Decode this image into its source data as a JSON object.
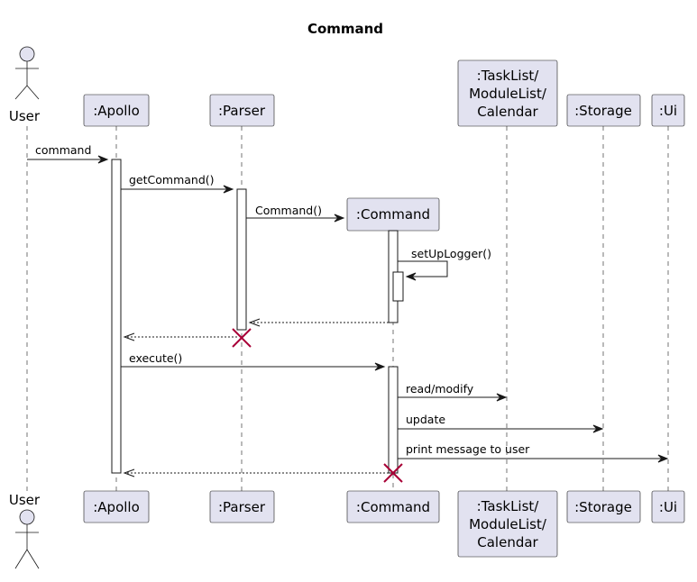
{
  "diagram": {
    "title": "Command",
    "actor": {
      "label": "User"
    },
    "participants": [
      {
        "id": "apollo",
        "lines": [
          ":Apollo"
        ]
      },
      {
        "id": "parser",
        "lines": [
          ":Parser"
        ]
      },
      {
        "id": "command",
        "lines": [
          ":Command"
        ]
      },
      {
        "id": "tasklist",
        "lines": [
          ":TaskList/",
          "ModuleList/",
          "Calendar"
        ]
      },
      {
        "id": "storage",
        "lines": [
          ":Storage"
        ]
      },
      {
        "id": "ui",
        "lines": [
          ":Ui"
        ]
      }
    ],
    "messages": [
      {
        "id": "command",
        "label": "command",
        "from": "user",
        "to": "apollo",
        "kind": "sync"
      },
      {
        "id": "getcommand",
        "label": "getCommand()",
        "from": "apollo",
        "to": "parser",
        "kind": "sync"
      },
      {
        "id": "create-command",
        "label": "Command()",
        "from": "parser",
        "to": "command",
        "kind": "create"
      },
      {
        "id": "setuplogger",
        "label": "setUpLogger()",
        "from": "command",
        "to": "command",
        "kind": "self"
      },
      {
        "id": "return-to-parser",
        "label": "",
        "from": "command",
        "to": "parser",
        "kind": "return"
      },
      {
        "id": "return-to-apollo",
        "label": "",
        "from": "parser",
        "to": "apollo",
        "kind": "return"
      },
      {
        "id": "execute",
        "label": "execute()",
        "from": "apollo",
        "to": "command",
        "kind": "sync"
      },
      {
        "id": "readmodify",
        "label": "read/modify",
        "from": "command",
        "to": "tasklist",
        "kind": "sync"
      },
      {
        "id": "update",
        "label": "update",
        "from": "command",
        "to": "storage",
        "kind": "sync"
      },
      {
        "id": "printmessage",
        "label": "print message to user",
        "from": "command",
        "to": "ui",
        "kind": "sync"
      },
      {
        "id": "return-final",
        "label": "",
        "from": "command",
        "to": "apollo",
        "kind": "return"
      }
    ],
    "destroyed": [
      "parser",
      "command"
    ],
    "colors": {
      "participant_fill": "#e2e2f0",
      "border": "#181818",
      "destroy_mark": "#a80036",
      "activation_fill": "#ffffff"
    }
  }
}
